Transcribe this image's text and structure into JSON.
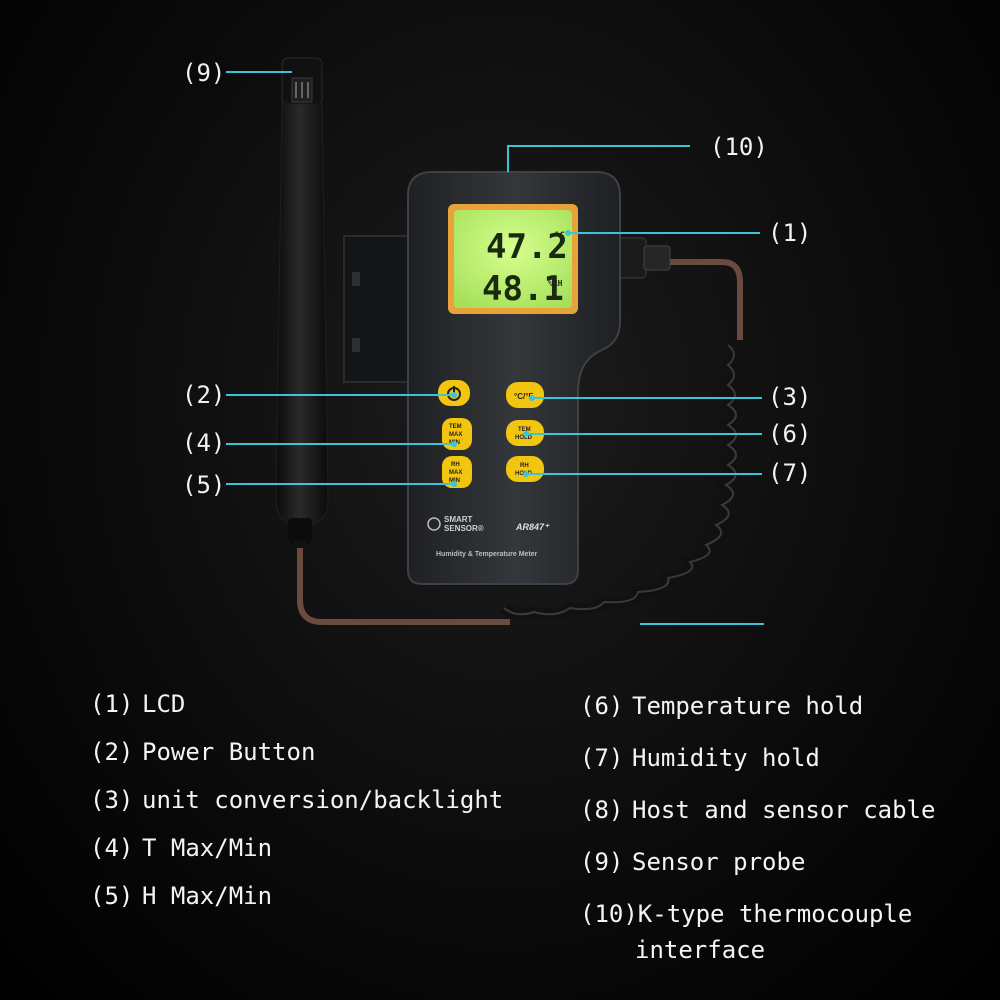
{
  "callouts": {
    "c1": "(1)",
    "c2": "(2)",
    "c3": "(3)",
    "c4": "(4)",
    "c5": "(5)",
    "c6": "(6)",
    "c7": "(7)",
    "c9": "(9)",
    "c10": "(10)"
  },
  "device": {
    "brand_line1": "SMART",
    "brand_line2": "SENSOR®",
    "model": "AR847⁺",
    "subtitle": "Humidity & Temperature Meter",
    "lcd_top_value": "47.2",
    "lcd_bottom_value": "48.1",
    "lcd_top_unit": "°C",
    "lcd_bottom_unit": "%RH",
    "buttons": {
      "tem_max": [
        "TEM",
        "MAX",
        "MIN"
      ],
      "rh_max": [
        "RH",
        "MAX",
        "MIN"
      ],
      "unit": "°C/°F",
      "tem_hold": [
        "TEM",
        "HOLD"
      ],
      "rh_hold": [
        "RH",
        "HOLD"
      ]
    }
  },
  "legend": {
    "left": [
      {
        "num": "(1)",
        "text": "LCD"
      },
      {
        "num": "(2)",
        "text": "Power Button"
      },
      {
        "num": "(3)",
        "text": "unit conversion/backlight"
      },
      {
        "num": "(4)",
        "text": "T Max/Min"
      },
      {
        "num": "(5)",
        "text": "H Max/Min"
      }
    ],
    "right": [
      {
        "num": "(6)",
        "text": "Temperature hold"
      },
      {
        "num": "(7)",
        "text": "Humidity hold"
      },
      {
        "num": "(8)",
        "text": "Host and sensor cable"
      },
      {
        "num": "(9)",
        "text": "Sensor probe"
      },
      {
        "num": "(10)",
        "text": "K-type thermocouple",
        "text2": "interface"
      }
    ]
  },
  "colors": {
    "leader": "#39c4d8",
    "body": "#2c2e31",
    "lcd": "#b4f06a",
    "lcd_frame": "#e8a23a",
    "button": "#f2c511",
    "cable": "#7a5448"
  }
}
